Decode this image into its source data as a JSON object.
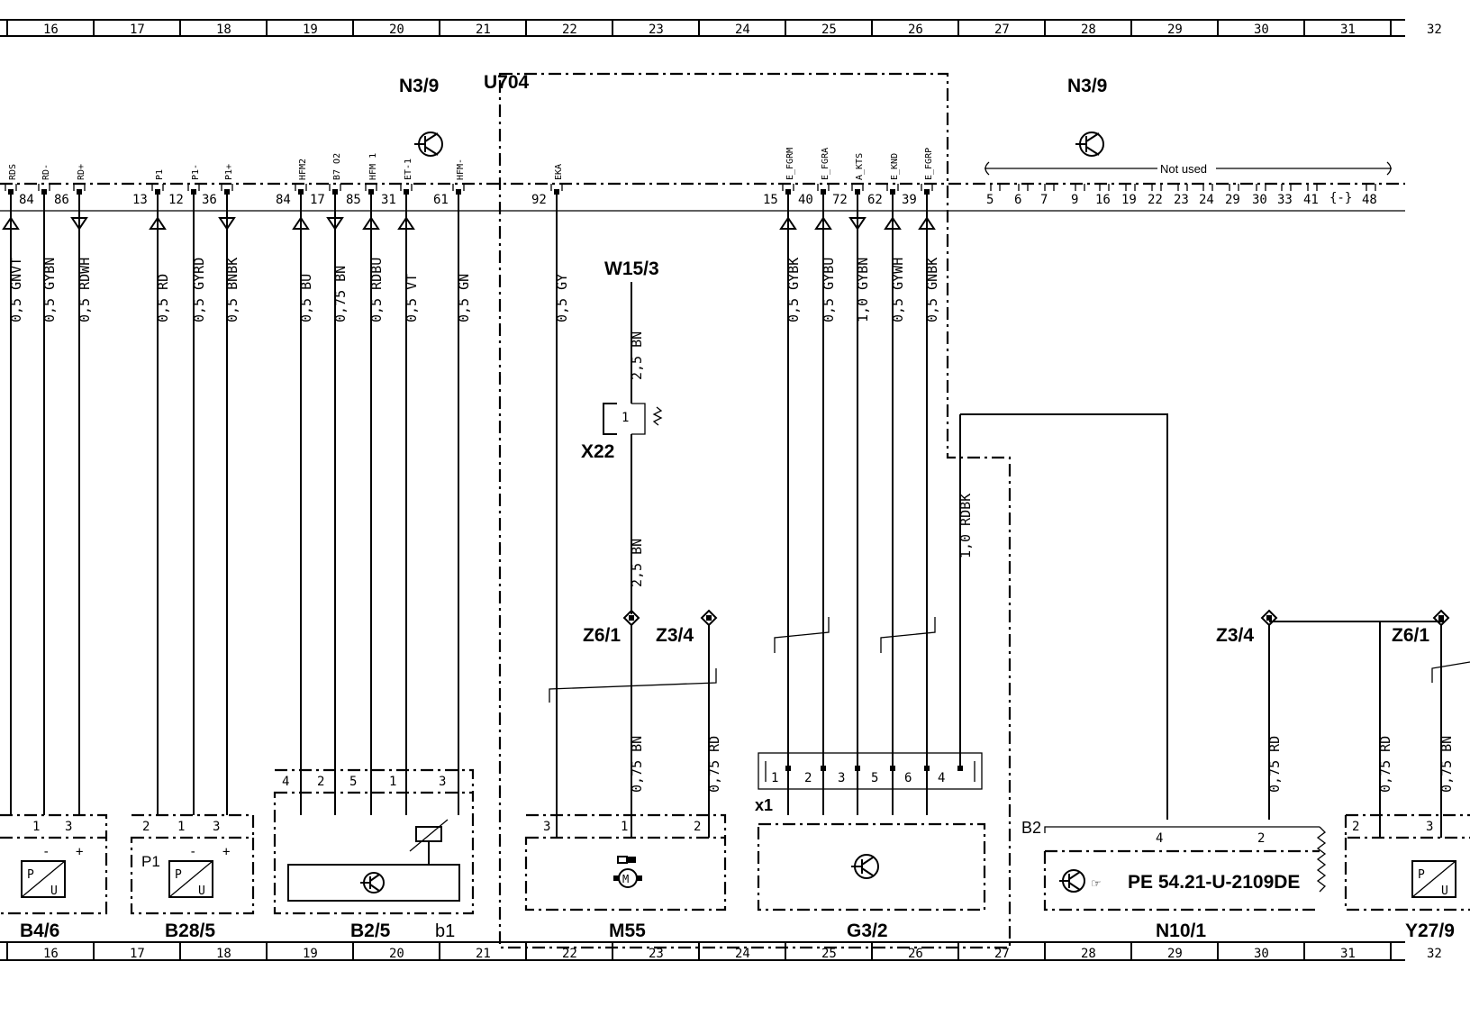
{
  "ruler": {
    "columns": [
      "16",
      "17",
      "18",
      "19",
      "20",
      "21",
      "22",
      "23",
      "24",
      "25",
      "26",
      "27",
      "28",
      "29",
      "30",
      "31",
      "32"
    ]
  },
  "headers": {
    "n39_left": "N3/9",
    "u704": "U704",
    "n39_right": "N3/9"
  },
  "n39_pins": [
    {
      "name": "RDS",
      "num": "",
      "wire": "0,5 GNVT"
    },
    {
      "name": "RD-",
      "num": "84",
      "wire": "0,5 GYBN"
    },
    {
      "name": "RD+",
      "num": "86",
      "wire": "0,5 RDWH"
    },
    {
      "name": "P1",
      "num": "13",
      "wire": "0,5 RD"
    },
    {
      "name": "P1-",
      "num": "12",
      "wire": "0,5 GYRD"
    },
    {
      "name": "P1+",
      "num": "36",
      "wire": "0,5 BNBK"
    },
    {
      "name": "HFM2",
      "num": "84",
      "wire": "0,5 BU"
    },
    {
      "name": "B7 O2",
      "num": "17",
      "wire": "0,75 BN"
    },
    {
      "name": "HFM 1",
      "num": "85",
      "wire": "0,5 RDBU"
    },
    {
      "name": "ET-1",
      "num": "31",
      "wire": "0,5 VT"
    },
    {
      "name": "HFM-",
      "num": "61",
      "wire": "0,5 GN"
    },
    {
      "name": "EKA",
      "num": "92",
      "wire": "0,5 GY"
    },
    {
      "name": "E_FGRM",
      "num": "15",
      "wire": "0,5 GYBK"
    },
    {
      "name": "E_FGRA",
      "num": "40",
      "wire": "0,5 GYBU"
    },
    {
      "name": "A_KTS",
      "num": "72",
      "wire": "1,0 GYBN"
    },
    {
      "name": "E_KND",
      "num": "62",
      "wire": "0,5 GYWH"
    },
    {
      "name": "E_FGRP",
      "num": "39",
      "wire": "0,5 GNBK"
    }
  ],
  "not_used": {
    "label": "Not used",
    "pins": [
      "5",
      "6",
      "7",
      "9",
      "16",
      "19",
      "22",
      "23",
      "24",
      "29",
      "30",
      "33",
      "41",
      "48"
    ]
  },
  "w15": {
    "label": "W15/3",
    "wire_top": "2,5 BN",
    "x22_label": "X22",
    "x22_pin": "1",
    "wire_bottom": "2,5 BN"
  },
  "splices": {
    "z6_left": "Z6/1",
    "z3_left": "Z3/4",
    "z3_right": "Z3/4",
    "z6_right": "Z6/1"
  },
  "lower_wires": {
    "m55_bn": "0,75 BN",
    "m55_rd": "0,75 RD",
    "g32_rdbk": "1,0 RDBK",
    "n101_rd": "0,75 RD",
    "y27_rd": "0,75 RD",
    "y27_bn": "0,75 BN"
  },
  "components": {
    "b46": {
      "label": "B4/6",
      "pins": [
        "1",
        "3"
      ],
      "signs": [
        "-",
        "+"
      ]
    },
    "b285": {
      "label": "B28/5",
      "sub": "P1",
      "pins": [
        "2",
        "1",
        "3"
      ],
      "signs": [
        "-",
        "+"
      ]
    },
    "b25": {
      "label": "B2/5",
      "sub": "b1",
      "pins": [
        "4",
        "2",
        "5",
        "1",
        "3"
      ]
    },
    "m55": {
      "label": "M55",
      "pins": [
        "3",
        "1",
        "2"
      ]
    },
    "g32": {
      "label": "G3/2",
      "connector": "x1",
      "pins": [
        "1",
        "2",
        "3",
        "5",
        "6",
        "4"
      ]
    },
    "n101": {
      "label": "N10/1",
      "connector": "B2",
      "pins": [
        "4",
        "2"
      ],
      "ref": "PE 54.21-U-2109DE"
    },
    "y279": {
      "label": "Y27/9",
      "pins": [
        "2",
        "3"
      ]
    }
  }
}
